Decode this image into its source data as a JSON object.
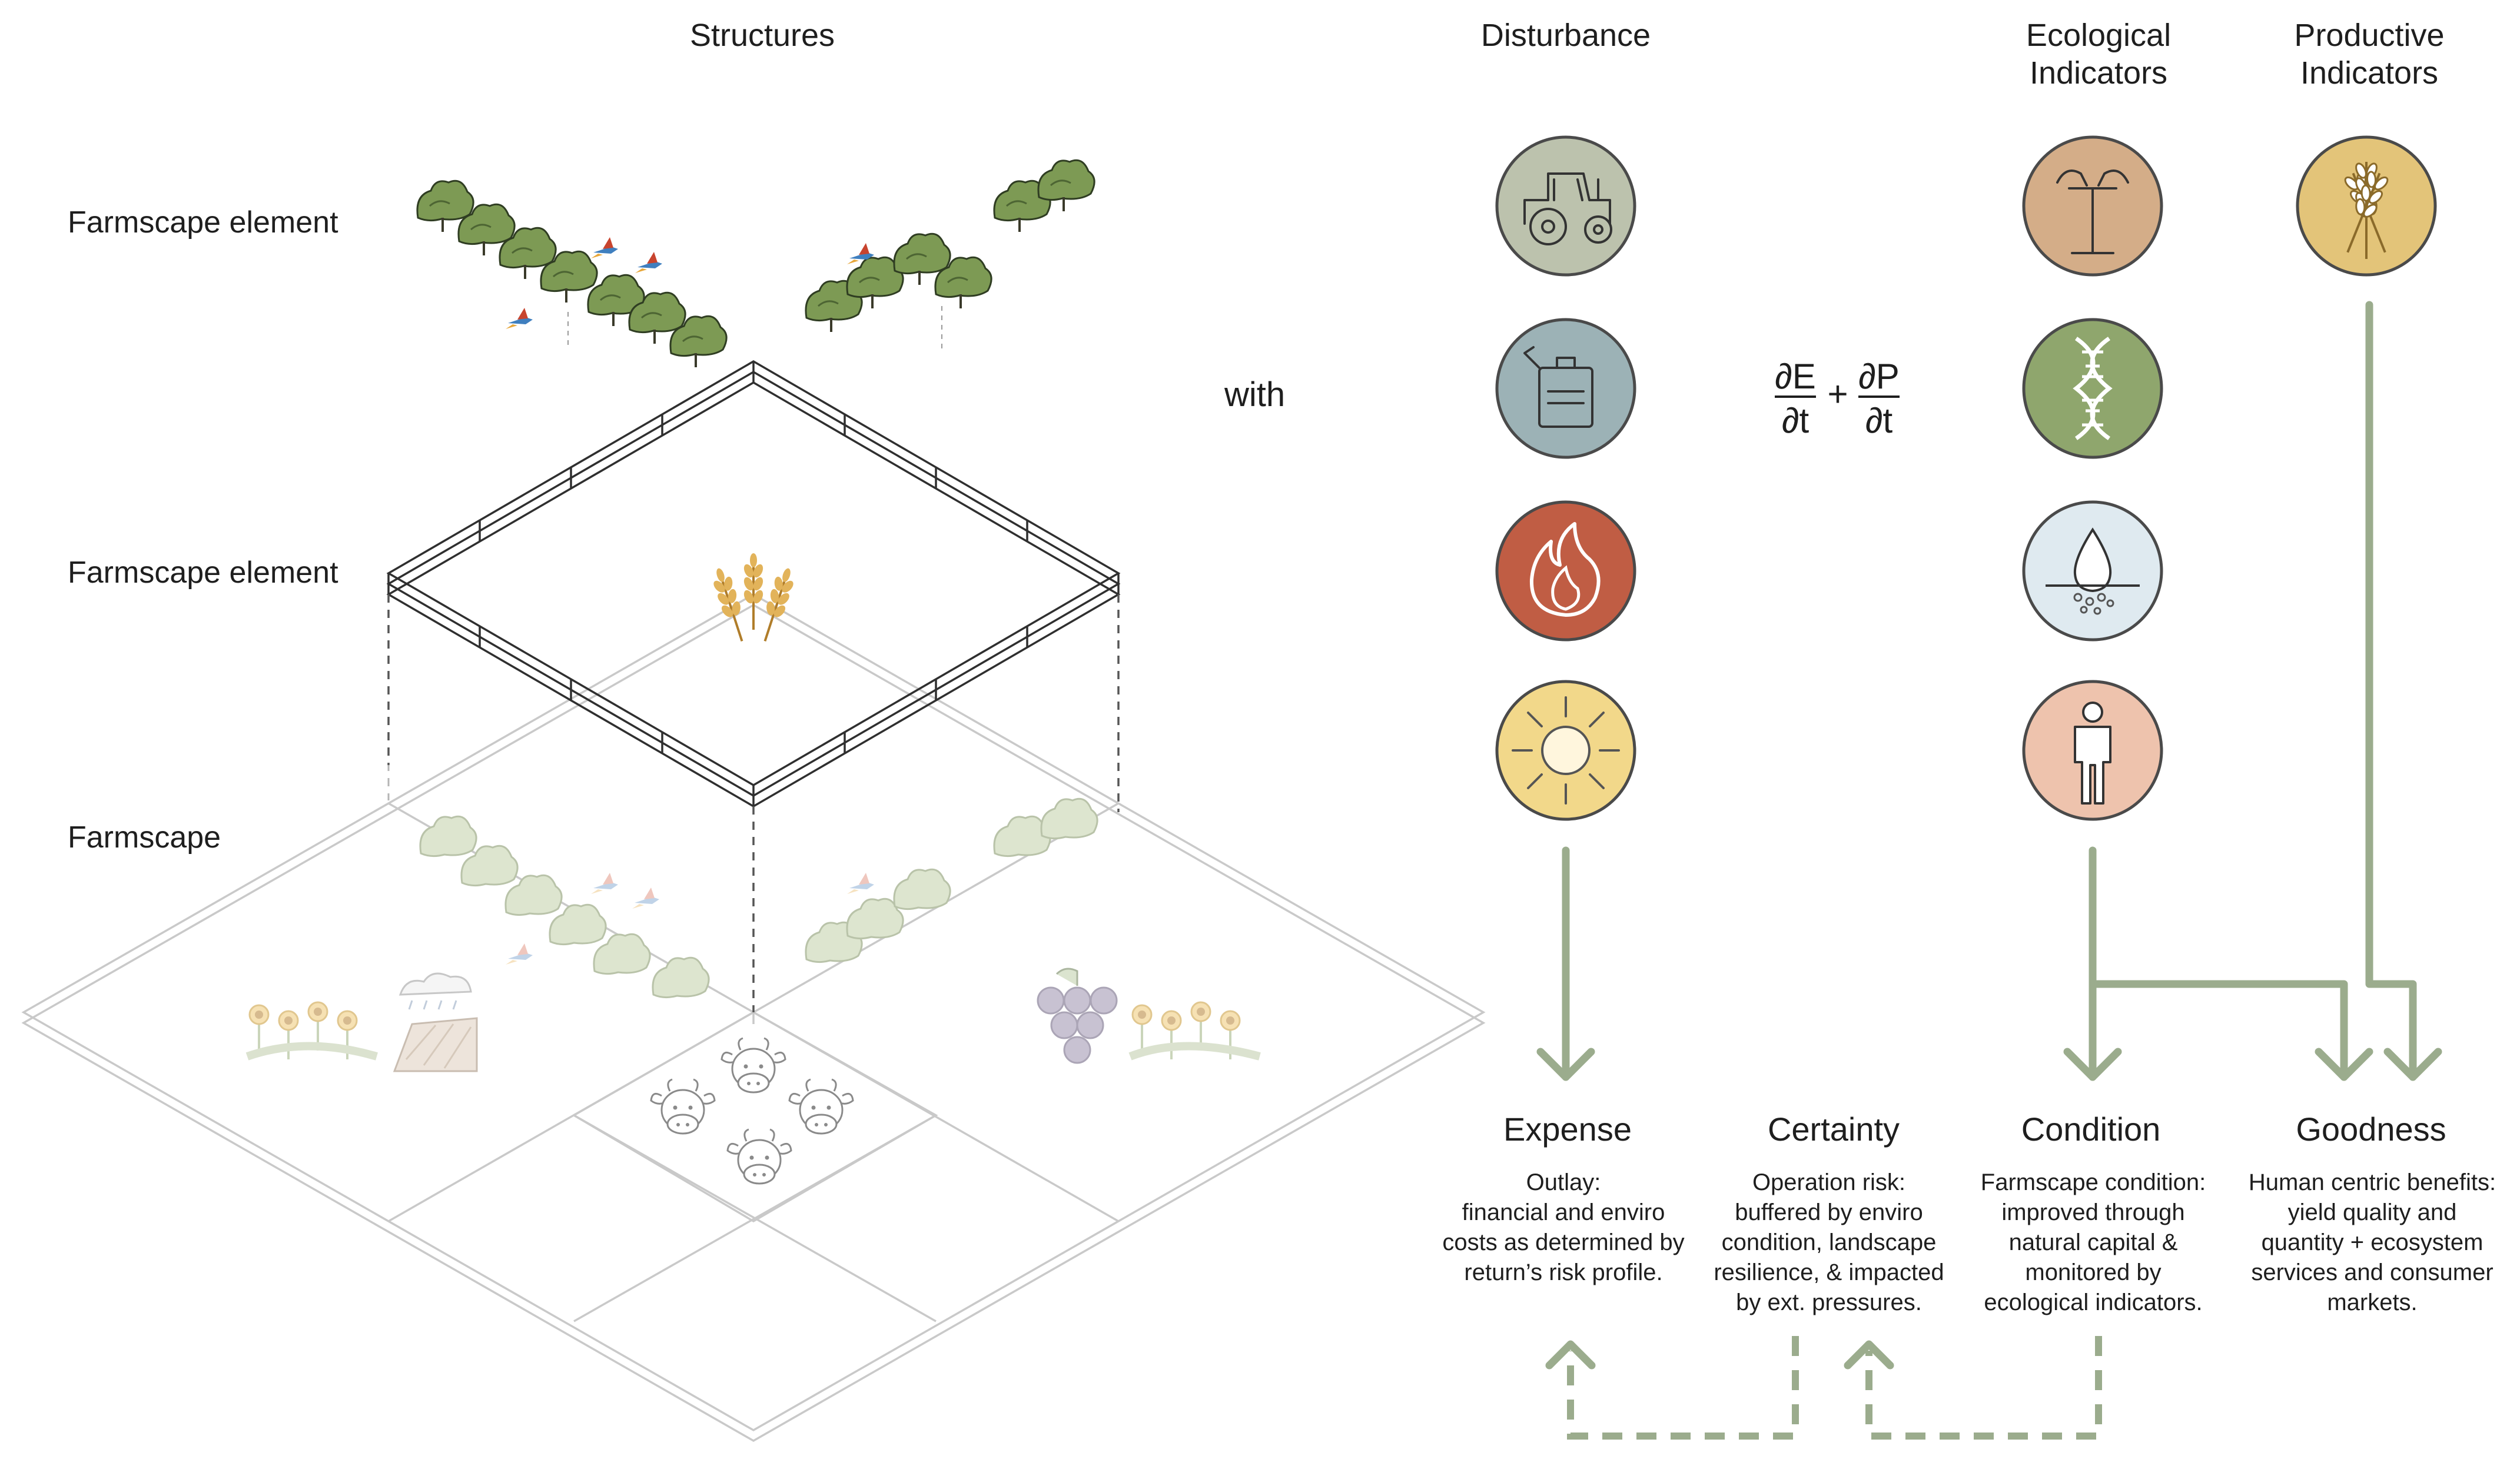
{
  "headers": {
    "structures": "Structures",
    "disturbance": "Disturbance",
    "ecological": [
      "Ecological",
      "Indicators"
    ],
    "productive": [
      "Productive",
      "Indicators"
    ]
  },
  "levels": {
    "top": "Farmscape element",
    "middle": "Farmscape element",
    "bottom": "Farmscape"
  },
  "with_label": "with",
  "formula": {
    "num1": "∂E",
    "den1": "∂t",
    "op": "+",
    "num2": "∂P",
    "den2": "∂t"
  },
  "icons": {
    "disturbance": [
      "tractor-icon",
      "fuel-can-icon",
      "fire-icon",
      "sun-icon"
    ],
    "ecological": [
      "soil-probe-icon",
      "dna-icon",
      "water-drop-icon",
      "person-icon"
    ],
    "productive": [
      "wheat-icon"
    ]
  },
  "colors": {
    "arrow": "#9bac8d",
    "tractor": "#bcc2ad",
    "fuel": "#9cb2b6",
    "fire": "#c05d44",
    "sun": "#f2d88a",
    "soil": "#d4ad88",
    "dna": "#8fa66d",
    "water": "#dfeaf0",
    "person": "#eec3ad",
    "wheat": "#e3c479"
  },
  "outcomes": [
    {
      "title": "Expense",
      "body": [
        "Outlay:",
        "financial and enviro",
        "costs as determined by",
        "return’s risk profile."
      ]
    },
    {
      "title": "Certainty",
      "body": [
        "Operation risk:",
        "buffered by enviro",
        "condition, landscape",
        "resilience, & impacted",
        "by ext. pressures."
      ]
    },
    {
      "title": "Condition",
      "body": [
        "Farmscape condition:",
        "improved through",
        "natural capital &",
        "monitored by",
        "ecological indicators."
      ]
    },
    {
      "title": "Goodness",
      "body": [
        "Human centric benefits:",
        "yield quality and",
        "quantity + ecosystem",
        "services and consumer",
        "markets."
      ]
    }
  ]
}
